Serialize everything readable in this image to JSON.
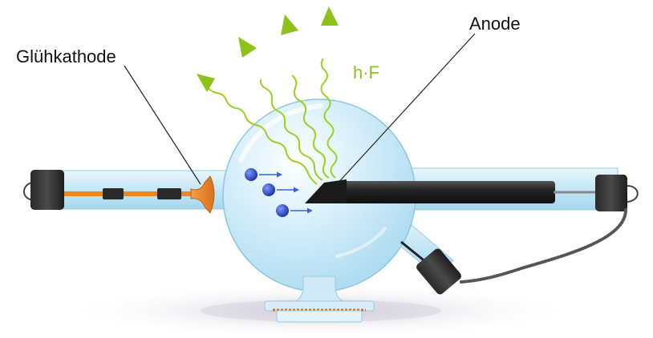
{
  "labels": {
    "cathode": "Glühkathode",
    "anode": "Anode",
    "photon": "h·F"
  },
  "colors": {
    "photon": "#9ed020",
    "photon_arrow": "#8cc21a",
    "electron": "#1e3ec8",
    "electron_arrow": "#3a62e0",
    "cathode_glow": "#e8821e",
    "glass": "#c7e9f7",
    "metal_dark": "#2b2b2b"
  },
  "icons": {
    "photon": "wavy-arrow-icon",
    "electron": "electron-icon"
  }
}
